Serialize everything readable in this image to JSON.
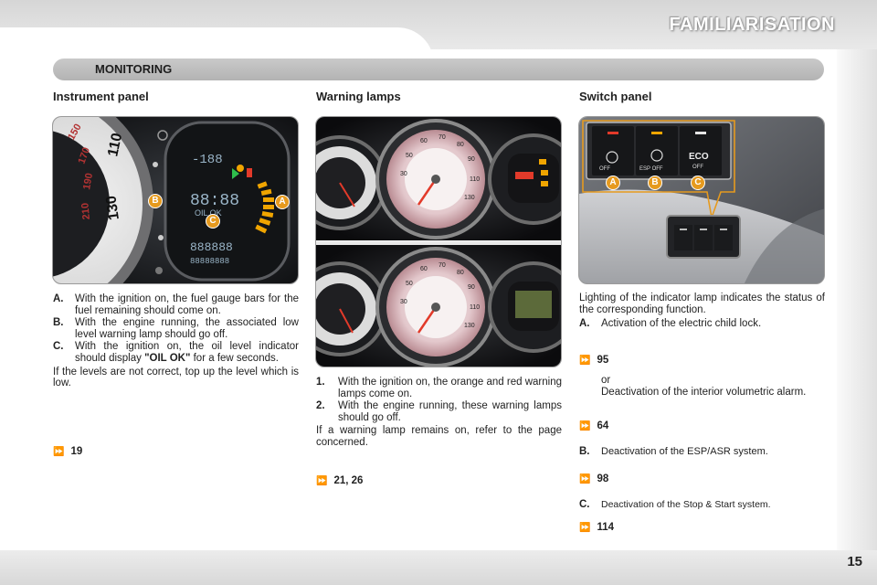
{
  "page": {
    "title": "FAMILIARISATION",
    "section": "MONITORING",
    "number": "15"
  },
  "instrument_panel": {
    "heading": "Instrument panel",
    "callouts": [
      "A",
      "B",
      "C"
    ],
    "display_text": "OIL OK",
    "items": [
      {
        "label": "A.",
        "text": "With the ignition on, the fuel gauge bars for the fuel remaining should come on."
      },
      {
        "label": "B.",
        "text": "With the engine running, the associated low level warning lamp should go off."
      },
      {
        "label": "C.",
        "text_before": "With the ignition on, the oil level indicator should display",
        "highlight": "\"OIL OK\"",
        "text_after": "for a few seconds."
      }
    ],
    "note": "If the levels are not correct, top up the level which is low.",
    "ref": "19"
  },
  "warning_lamps": {
    "heading": "Warning lamps",
    "items": [
      {
        "label": "1.",
        "text": "With the ignition on, the orange and red warning lamps come on."
      },
      {
        "label": "2.",
        "text": "With the engine running, these warning lamps should go off."
      }
    ],
    "note": "If a warning lamp remains on, refer to the page concerned.",
    "ref": "21, 26"
  },
  "switch_panel": {
    "heading": "Switch panel",
    "callouts": [
      "A",
      "B",
      "C"
    ],
    "switch_labels": {
      "b": "ESP OFF",
      "c_top": "ECO",
      "c_bottom": "OFF",
      "a_bottom": "OFF"
    },
    "intro": "Lighting of the indicator lamp indicates the status of the corresponding function.",
    "item_a": {
      "label": "A.",
      "text": "Activation of the electric child lock."
    },
    "ref_a": "95",
    "or_text": "or",
    "alt_text": "Deactivation of the interior volumetric alarm.",
    "ref_alt": "64",
    "item_b": {
      "label": "B.",
      "text": "Deactivation of the ESP/ASR system."
    },
    "ref_b": "98",
    "item_c": {
      "label": "C.",
      "text": "Deactivation of the Stop & Start system."
    },
    "ref_c": "114"
  },
  "icons": {
    "reference": "double-arrow-right-icon"
  },
  "colors": {
    "callout": "#e69a1e",
    "fuel_bar": "#f0a500",
    "header_band": "#d6d6d6",
    "section_bar": "#bdbdbd"
  }
}
